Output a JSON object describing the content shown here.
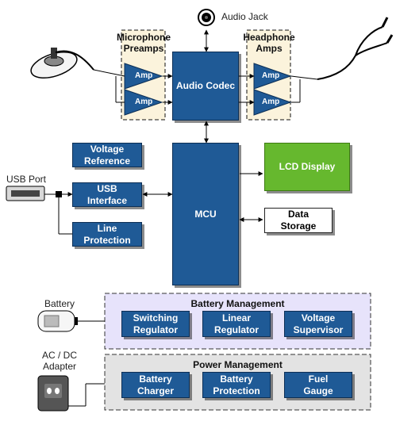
{
  "colors": {
    "block": "#1f5a96",
    "lcd": "#66b82e",
    "battery_mgmt_bg": "#e7e3fb",
    "power_mgmt_bg": "#e3e3e3",
    "preamp_bg": "#fbf3dc"
  },
  "audio_jack": {
    "label": "Audio Jack",
    "icon": "audio-jack-icon"
  },
  "microphone": {
    "label": "Microphone\nPreamps",
    "amp_label": "Amp",
    "icon": "microphone-icon"
  },
  "headphone": {
    "label": "Headphone\nAmps",
    "amp_label": "Amp",
    "icon": "headphone-icon"
  },
  "audio_codec": {
    "label": "Audio Codec"
  },
  "mcu": {
    "label": "MCU"
  },
  "voltage_reference": {
    "label": "Voltage\nReference"
  },
  "usb_interface": {
    "label": "USB\nInterface"
  },
  "line_protection": {
    "label": "Line\nProtection"
  },
  "usb_port": {
    "label": "USB Port",
    "icon": "usb-port-icon"
  },
  "lcd_display": {
    "label": "LCD Display"
  },
  "data_storage": {
    "label": "Data\nStorage"
  },
  "battery": {
    "label": "Battery",
    "icon": "battery-icon"
  },
  "battery_management": {
    "title": "Battery Management",
    "blocks": [
      "Switching\nRegulator",
      "Linear\nRegulator",
      "Voltage\nSupervisor"
    ]
  },
  "adapter": {
    "label": "AC / DC\nAdapter",
    "icon": "adapter-icon"
  },
  "power_management": {
    "title": "Power Management",
    "blocks": [
      "Battery\nCharger",
      "Battery\nProtection",
      "Fuel\nGauge"
    ]
  }
}
